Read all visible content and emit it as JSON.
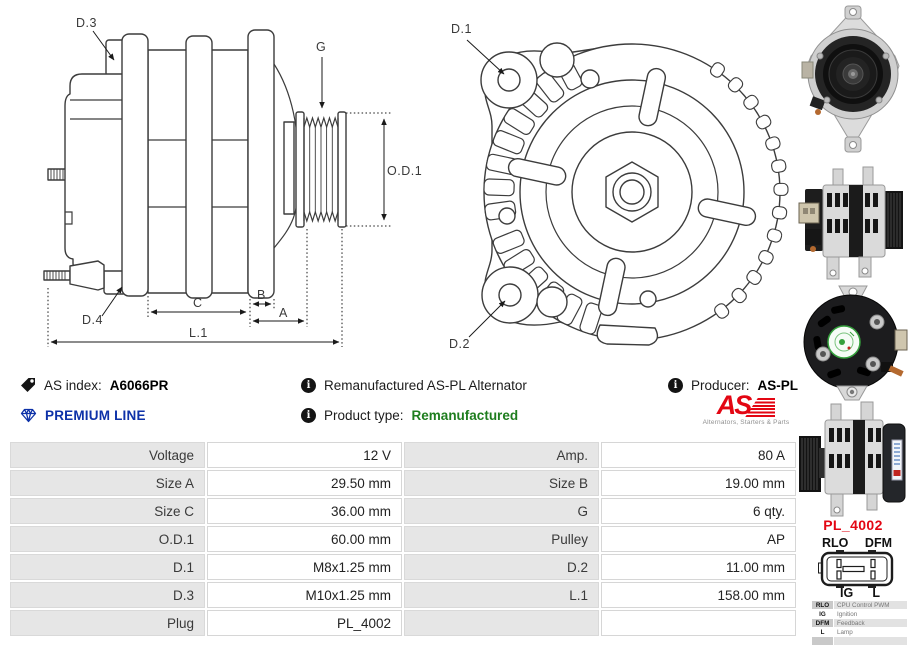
{
  "colors": {
    "premium_blue": "#0d31a8",
    "type_green": "#1e7d1e",
    "brand_red": "#e30613",
    "table_label_bg": "#e6e6e6"
  },
  "diagram_side": {
    "labels": {
      "d3": "D.3",
      "g": "G",
      "od1": "O.D.1",
      "d4": "D.4",
      "c": "C",
      "b": "B",
      "a": "A",
      "l1": "L.1"
    }
  },
  "diagram_front": {
    "labels": {
      "d1": "D.1",
      "d2": "D.2"
    }
  },
  "info": {
    "as_index_label": "AS index:",
    "as_index_value": "A6066PR",
    "premium_line": "PREMIUM LINE",
    "remanufactured_line": "Remanufactured AS-PL Alternator",
    "product_type_label": "Product type:",
    "product_type_value": "Remanufactured",
    "producer_label": "Producer:",
    "producer_value": "AS-PL",
    "logo_as": "AS",
    "logo_sub": "Alternators, Starters & Parts"
  },
  "specs": {
    "rows": [
      {
        "l1": "Voltage",
        "v1": "12 V",
        "l2": "Amp.",
        "v2": "80 A"
      },
      {
        "l1": "Size A",
        "v1": "29.50 mm",
        "l2": "Size B",
        "v2": "19.00 mm"
      },
      {
        "l1": "Size C",
        "v1": "36.00 mm",
        "l2": "G",
        "v2": "6 qty."
      },
      {
        "l1": "O.D.1",
        "v1": "60.00 mm",
        "l2": "Pulley",
        "v2": "AP"
      },
      {
        "l1": "D.1",
        "v1": "M8x1.25 mm",
        "l2": "D.2",
        "v2": "11.00 mm"
      },
      {
        "l1": "D.3",
        "v1": "M10x1.25 mm",
        "l2": "L.1",
        "v2": "158.00 mm"
      },
      {
        "l1": "Plug",
        "v1": "PL_4002",
        "l2": "",
        "v2": ""
      }
    ]
  },
  "plug": {
    "title": "PL_4002",
    "pin_top_left": "RLO",
    "pin_top_right": "DFM",
    "pin_bottom_left": "IG",
    "pin_bottom_right": "L",
    "legend": [
      {
        "key": "RLO",
        "desc": "CPU Control PWM"
      },
      {
        "key": "IG",
        "desc": "Ignition"
      },
      {
        "key": "DFM",
        "desc": "Feedback"
      },
      {
        "key": "L",
        "desc": "Lamp"
      }
    ]
  }
}
